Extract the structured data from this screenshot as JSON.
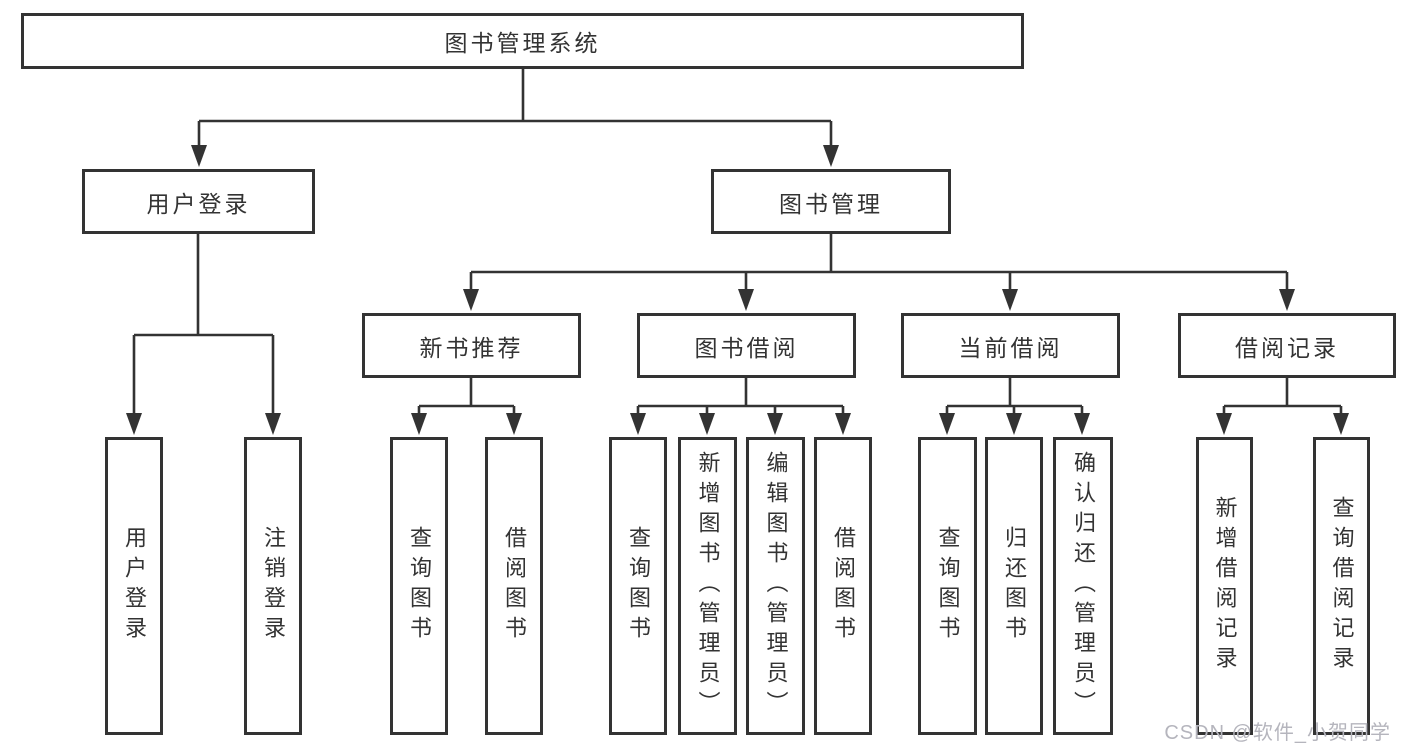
{
  "tree": {
    "label": "图书管理系统",
    "children": [
      {
        "label": "用户登录",
        "children": [
          {
            "label": "用户登录"
          },
          {
            "label": "注销登录"
          }
        ]
      },
      {
        "label": "图书管理",
        "children": [
          {
            "label": "新书推荐",
            "children": [
              {
                "label": "查询图书"
              },
              {
                "label": "借阅图书"
              }
            ]
          },
          {
            "label": "图书借阅",
            "children": [
              {
                "label": "查询图书"
              },
              {
                "label": "新增图书（管理员）"
              },
              {
                "label": "编辑图书（管理员）"
              },
              {
                "label": "借阅图书"
              }
            ]
          },
          {
            "label": "当前借阅",
            "children": [
              {
                "label": "查询图书"
              },
              {
                "label": "归还图书"
              },
              {
                "label": "确认归还（管理员）"
              }
            ]
          },
          {
            "label": "借阅记录",
            "children": [
              {
                "label": "新增借阅记录"
              },
              {
                "label": "查询借阅记录"
              }
            ]
          }
        ]
      }
    ]
  },
  "watermark": "CSDN @软件_小贺同学",
  "colors": {
    "line": "#333333",
    "text": "#333333",
    "watermark": "#b5b5bd",
    "background": "#ffffff"
  }
}
